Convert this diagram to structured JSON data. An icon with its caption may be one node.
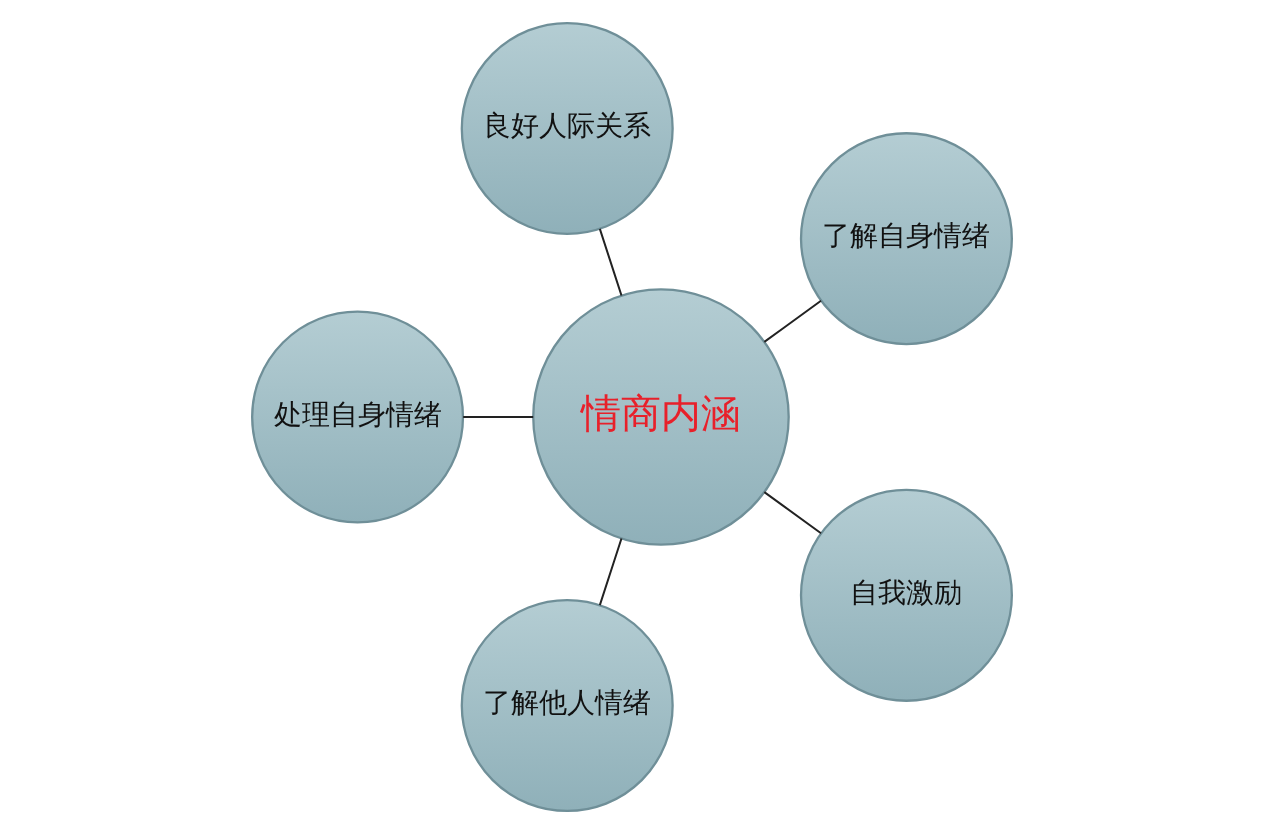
{
  "diagram": {
    "nodes": [
      {
        "text": [
          "了解自身情绪"
        ]
      },
      {
        "text": [
          "良好人际关系"
        ]
      },
      {
        "text": [
          "处理自身情绪"
        ]
      },
      {
        "text": [
          "情商内涵"
        ]
      },
      {
        "text": [
          "了解他人情绪"
        ]
      },
      {
        "text": [
          "自我激励"
        ]
      }
    ],
    "edges": [
      {
        "from": 3,
        "to": 0,
        "arrow": "none"
      },
      {
        "from": 3,
        "to": 2,
        "arrow": "none"
      },
      {
        "from": 3,
        "to": 5,
        "arrow": "none"
      },
      {
        "from": 3,
        "to": 4,
        "arrow": "none"
      },
      {
        "from": 3,
        "to": 1,
        "arrow": "none"
      }
    ]
  }
}
